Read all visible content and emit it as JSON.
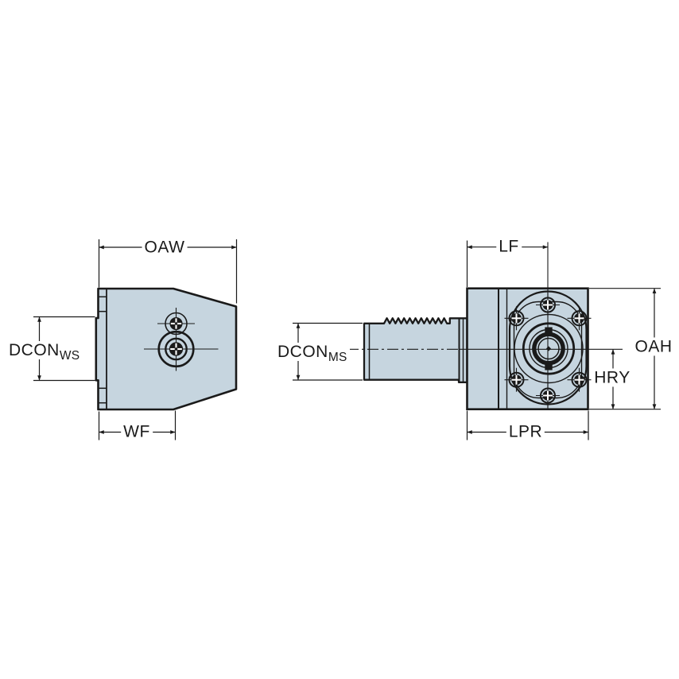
{
  "labels": {
    "oaw": "OAW",
    "dcon_ws": {
      "main": "DCON",
      "sub": "WS"
    },
    "wf": "WF",
    "lf": "LF",
    "dcon_ms": {
      "main": "DCON",
      "sub": "MS"
    },
    "oah": "OAH",
    "hry": "HRY",
    "lpr": "LPR"
  },
  "colors": {
    "body_fill": "#c6d5df",
    "line": "#1a1a1a",
    "background": "#ffffff"
  }
}
